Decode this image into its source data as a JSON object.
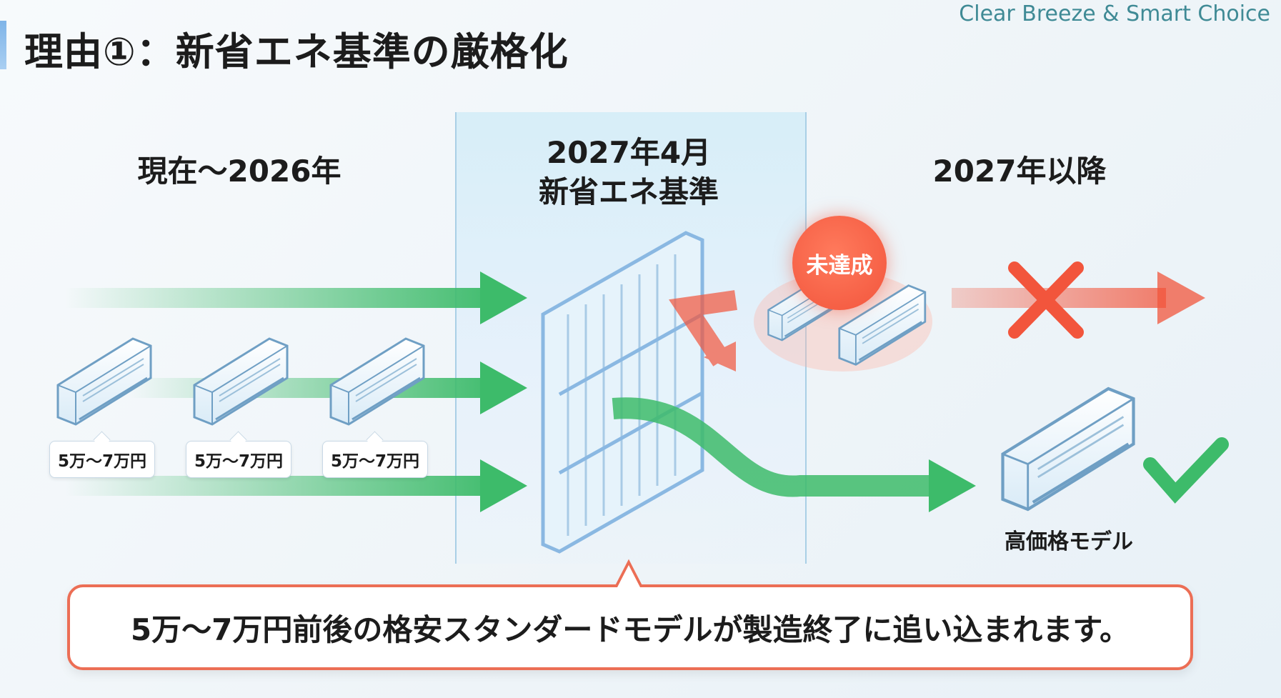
{
  "header": {
    "title": "理由①：新省エネ基準の厳格化",
    "brand": "Clear Breeze & Smart Choice"
  },
  "phases": {
    "current": "現在〜2026年",
    "standard_line1": "2027年4月",
    "standard_line2": "新省エネ基準",
    "after": "2027年以降"
  },
  "price_tags": [
    "5万〜7万円",
    "5万〜7万円",
    "5万〜7万円"
  ],
  "fail_badge": "未達成",
  "premium_label": "高価格モデル",
  "callout": "5万〜7万円前後の格安スタンダードモデルが製造終了に追い込まれます。",
  "colors": {
    "green": "#3dbb6a",
    "red": "#f2553c",
    "blue": "#7fb4e8"
  }
}
